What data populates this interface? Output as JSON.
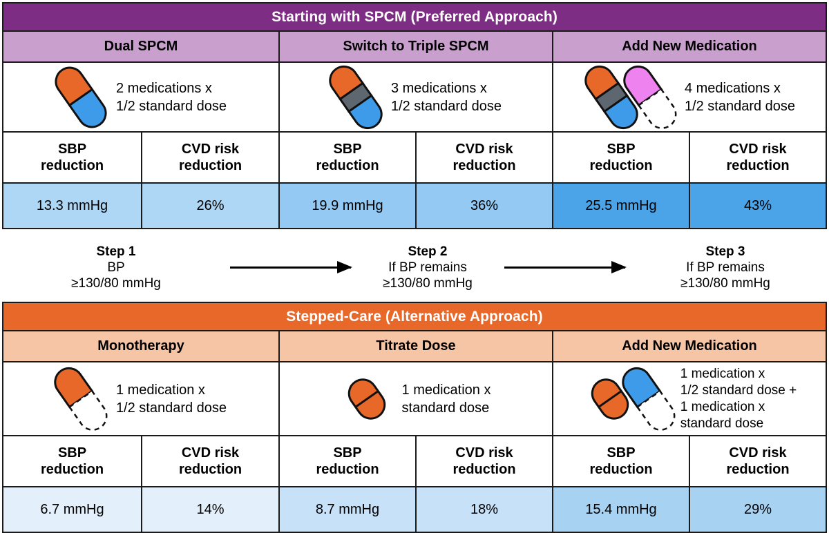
{
  "spcm": {
    "banner": "Starting with SPCM (Preferred Approach)",
    "columns": [
      {
        "title": "Dual SPCM",
        "dose_lines": [
          "2 medications x",
          "1/2 standard dose"
        ],
        "metrics": [
          {
            "header_line1": "SBP",
            "header_line2": "reduction",
            "value": "13.3 mmHg",
            "shade": "#AED6F5"
          },
          {
            "header_line1": "CVD risk",
            "header_line2": "reduction",
            "value": "26%",
            "shade": "#AED6F5"
          }
        ]
      },
      {
        "title": "Switch to Triple SPCM",
        "dose_lines": [
          "3 medications x",
          "1/2 standard dose"
        ],
        "metrics": [
          {
            "header_line1": "SBP",
            "header_line2": "reduction",
            "value": "19.9 mmHg",
            "shade": "#93C9F2"
          },
          {
            "header_line1": "CVD risk",
            "header_line2": "reduction",
            "value": "36%",
            "shade": "#93C9F2"
          }
        ]
      },
      {
        "title": "Add New Medication",
        "dose_lines": [
          "4 medications x",
          "1/2 standard dose"
        ],
        "metrics": [
          {
            "header_line1": "SBP",
            "header_line2": "reduction",
            "value": "25.5 mmHg",
            "shade": "#4BA3E8"
          },
          {
            "header_line1": "CVD risk",
            "header_line2": "reduction",
            "value": "43%",
            "shade": "#4BA3E8"
          }
        ]
      }
    ]
  },
  "steps": [
    {
      "title": "Step 1",
      "line2": "BP",
      "line3": "≥130/80 mmHg"
    },
    {
      "title": "Step 2",
      "line2": "If BP remains",
      "line3": "≥130/80 mmHg"
    },
    {
      "title": "Step 3",
      "line2": "If BP remains",
      "line3": "≥130/80 mmHg"
    }
  ],
  "stepped": {
    "banner": "Stepped-Care (Alternative Approach)",
    "columns": [
      {
        "title": "Monotherapy",
        "dose_lines": [
          "1 medication x",
          "1/2 standard dose"
        ],
        "metrics": [
          {
            "header_line1": "SBP",
            "header_line2": "reduction",
            "value": "6.7 mmHg",
            "shade": "#E3F0FB"
          },
          {
            "header_line1": "CVD risk",
            "header_line2": "reduction",
            "value": "14%",
            "shade": "#E3F0FB"
          }
        ]
      },
      {
        "title": "Titrate Dose",
        "dose_lines": [
          "1 medication x",
          "standard dose"
        ],
        "metrics": [
          {
            "header_line1": "SBP",
            "header_line2": "reduction",
            "value": "8.7 mmHg",
            "shade": "#C7E2F8"
          },
          {
            "header_line1": "CVD risk",
            "header_line2": "reduction",
            "value": "18%",
            "shade": "#C7E2F8"
          }
        ]
      },
      {
        "title": "Add New Medication",
        "dose_lines": [
          "1 medication x",
          "1/2 standard dose +",
          "1 medication x",
          "standard dose"
        ],
        "metrics": [
          {
            "header_line1": "SBP",
            "header_line2": "reduction",
            "value": "15.4 mmHg",
            "shade": "#A8D2F2"
          },
          {
            "header_line1": "CVD risk",
            "header_line2": "reduction",
            "value": "29%",
            "shade": "#A8D2F2"
          }
        ]
      }
    ]
  },
  "colors": {
    "spcm_banner": "#7D2D83",
    "spcm_subheader": "#C9A0CD",
    "stepped_banner": "#E8682A",
    "stepped_subheader": "#F5C5A6",
    "pill_orange": "#E8682A",
    "pill_blue": "#3E9BE9",
    "pill_gray": "#5E6770",
    "pill_magenta": "#EE82EE",
    "outline": "#1a1a1a"
  }
}
